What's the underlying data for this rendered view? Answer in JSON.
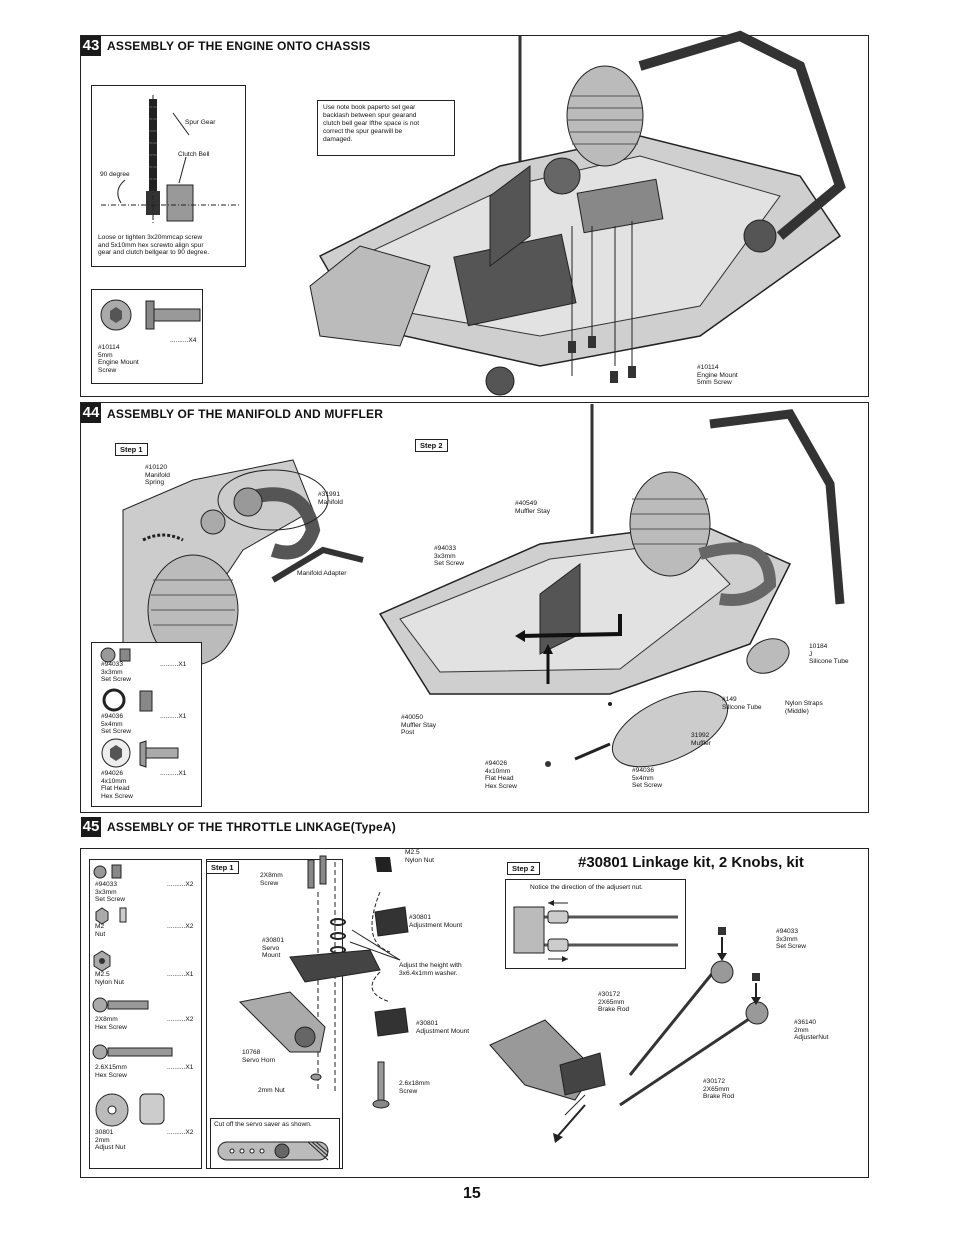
{
  "page_number": "15",
  "sections": {
    "s43": {
      "number": "43",
      "title": "ASSEMBLY OF THE ENGINE ONTO CHASSIS",
      "gear_labels": {
        "spur_gear": "Spur Gear",
        "clutch_bell": "Clutch Bell",
        "degree": "90 degree"
      },
      "gear_note": "Loose or tighten 3x20mmcap screw\nand 5x10mm hex screwto align spur\ngear and clutch bellgear to 90 degree.",
      "paper_note": "Use note book paperto set gear\nbacklash between spur gearand\nclutch bell gear Ifthe space is not\ncorrect the spur gearwill be\ndamaged.",
      "part": {
        "code": "#10114\n5mm\nEngine Mount\nScrew",
        "qty": "..........X4"
      },
      "callout": "#10114\nEngine Mount\n5mm Screw"
    },
    "s44": {
      "number": "44",
      "title": "ASSEMBLY OF THE MANIFOLD AND MUFFLER",
      "step1": "Step 1",
      "step2": "Step 2",
      "labels": {
        "spring": "#10120\nManifold\nSpring",
        "manifold": "#31991\nManifold",
        "adapter": "Manifold Adapter",
        "stay": "#40549\nMuffler Stay",
        "setscrew_a": "#94033\n3x3mm\nSet Screw",
        "post": "#40050\nMuffler Stay\nPost",
        "flat": "#94026\n4x10mm\nFlat Head\nHex Screw",
        "setscrew_b": "#94036\n5x4mm\nSet Screw",
        "muffler": "31992\nMuffler",
        "tube149": "#149\nSillcone Tube",
        "tube10184": "10184\nJ\nSilicone Tube",
        "straps": "Nylon Straps\n(Middle)"
      },
      "parts": [
        {
          "code": "#94033\n3x3mm\nSet Screw",
          "qty": "..........X1"
        },
        {
          "code": "#94036\n5x4mm\nSet Screw",
          "qty": "..........X1"
        },
        {
          "code": "#94026\n4x10mm\nFlat Head\nHex Screw",
          "qty": "..........X1"
        }
      ]
    },
    "s45": {
      "number": "45",
      "title": "ASSEMBLY OF THE THROTTLE LINKAGE(TypeA)",
      "kit_title": "#30801 Linkage kit, 2 Knobs, kit",
      "step1": "Step 1",
      "step2": "Step 2",
      "parts": [
        {
          "code": "#94033\n3x3mm\nSet Screw",
          "qty": "..........X2"
        },
        {
          "code": "M2\nNut",
          "qty": "..........X2"
        },
        {
          "code": "M2.5\nNylon Nut",
          "qty": "..........X1"
        },
        {
          "code": "2X8mm\nHex Screw",
          "qty": "..........X2"
        },
        {
          "code": "2.6X15mm\nHex Screw",
          "qty": "..........X1"
        },
        {
          "code": "30801\n2mm\nAdjust Nut",
          "qty": "..........X2"
        }
      ],
      "labels": {
        "screw2x8": "2X8mm\nScrew",
        "nylon": "M2.5\nNylon Nut",
        "adj1": "#30801\nAdjustment Mount",
        "servo_mount": "#30801\nServo\nMount",
        "washer": "Adjust the height with\n3x6.4x1mm washer.",
        "adj2": "#30801\nAdjustment Mount",
        "horn": "10768\nServo Horn",
        "nut2": "2mm Nut",
        "screw26": "2.6x18mm\nScrew",
        "cut": "Cut off the servo saver as shown.",
        "direction": "Notice the direction of the adjusert nut.",
        "brake1": "#30172\n2X65mm\nBrake Rod",
        "brake2": "#30172\n2X65mm\nBrake Rod",
        "setscrew": "#94033\n3x3mm\nSet Screw",
        "adjnut": "#36140\n2mm\nAdjusterNut"
      }
    }
  }
}
